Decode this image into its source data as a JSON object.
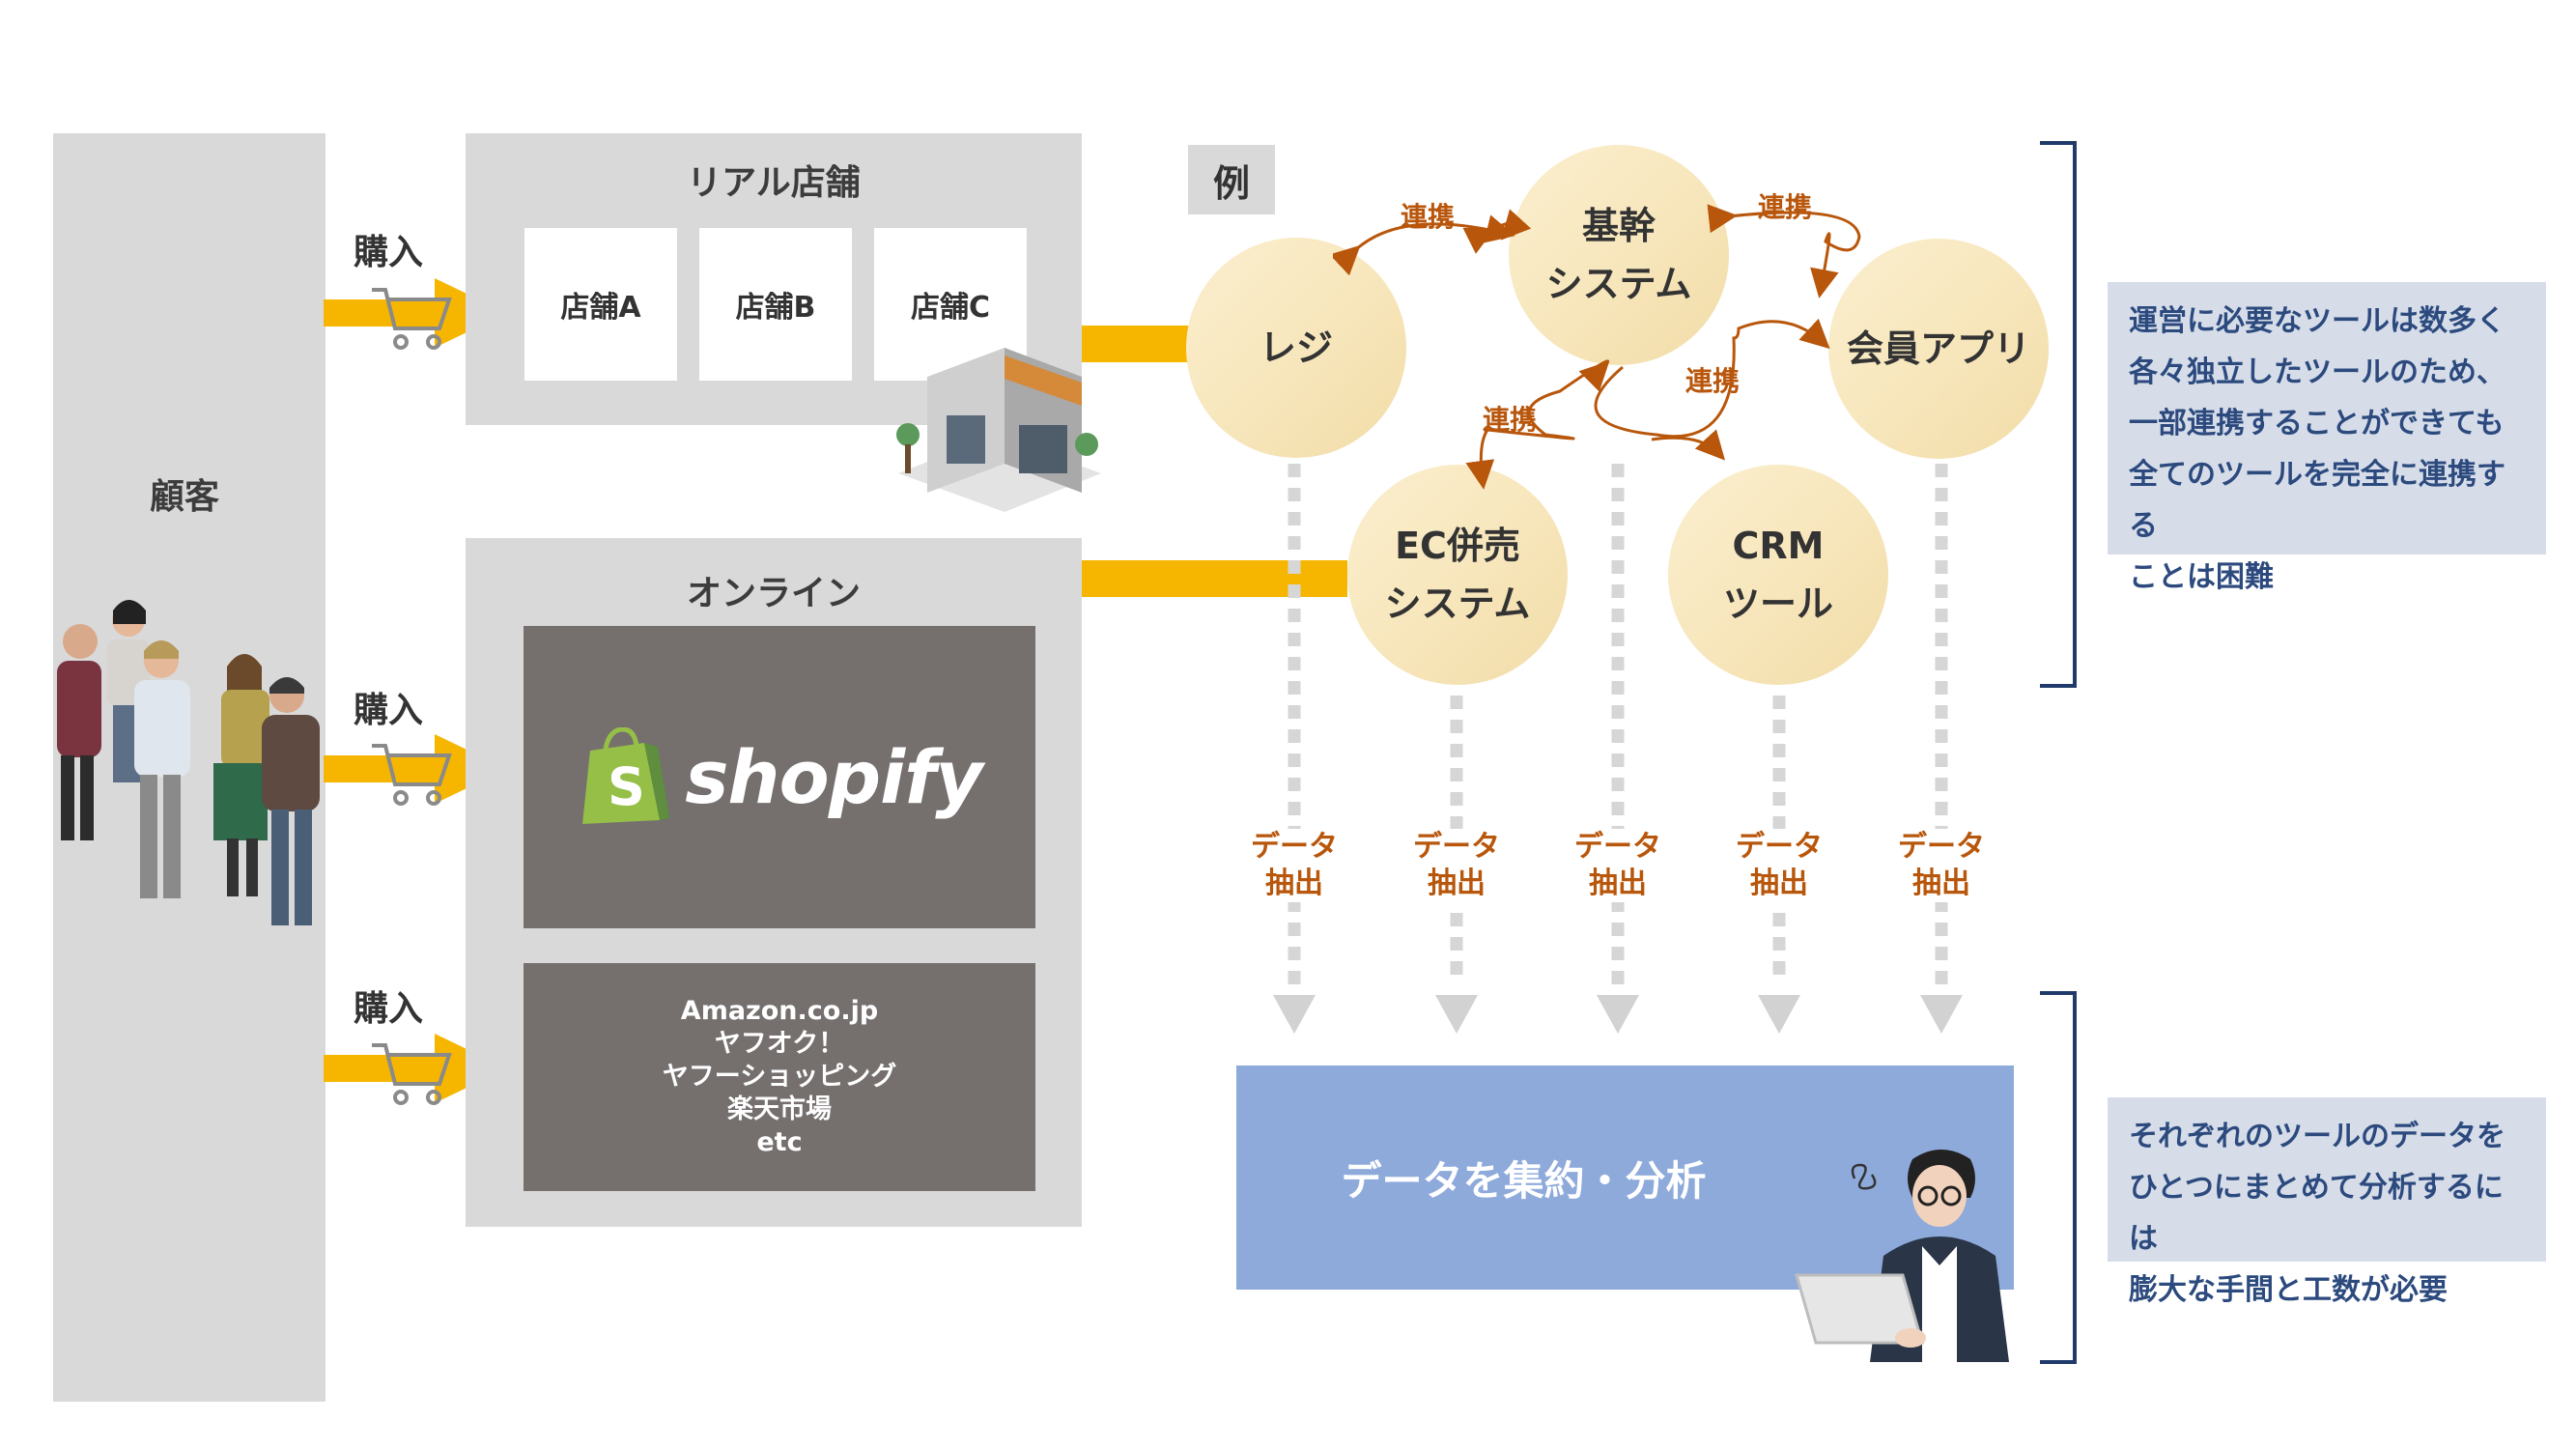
{
  "customer": {
    "label": "顧客"
  },
  "purchase_label": "購入",
  "real_store": {
    "title": "リアル店舗",
    "stores": [
      "店舗A",
      "店舗B",
      "店舗C"
    ]
  },
  "online": {
    "title": "オンライン",
    "shopify_logo_text": "shopify",
    "marketplaces": [
      "Amazon.co.jp",
      "ヤフオク！",
      "ヤフーショッピング",
      "楽天市場",
      "etc"
    ]
  },
  "example": {
    "label": "例",
    "nodes": {
      "register": "レジ",
      "core": "基幹\nシステム",
      "member_app": "会員アプリ",
      "ec": "EC併売\nシステム",
      "crm": "CRM\nツール"
    },
    "link_label": "連携",
    "extract_label_line1": "データ",
    "extract_label_line2": "抽出"
  },
  "aggregate": {
    "label": "データを集約・分析"
  },
  "notes": {
    "top": [
      "運営に必要なツールは数多く",
      "各々独立したツールのため、",
      "一部連携することができても",
      "全てのツールを完全に連携する",
      "ことは困難"
    ],
    "bottom": [
      "それぞれのツールのデータを",
      "ひとつにまとめて分析するには",
      "膨大な手間と工数が必要"
    ]
  },
  "colors": {
    "arrow": "#f6b600",
    "link": "#b8560b",
    "bracket": "#1f3a6b",
    "aggregate_box": "#8eaadb"
  }
}
